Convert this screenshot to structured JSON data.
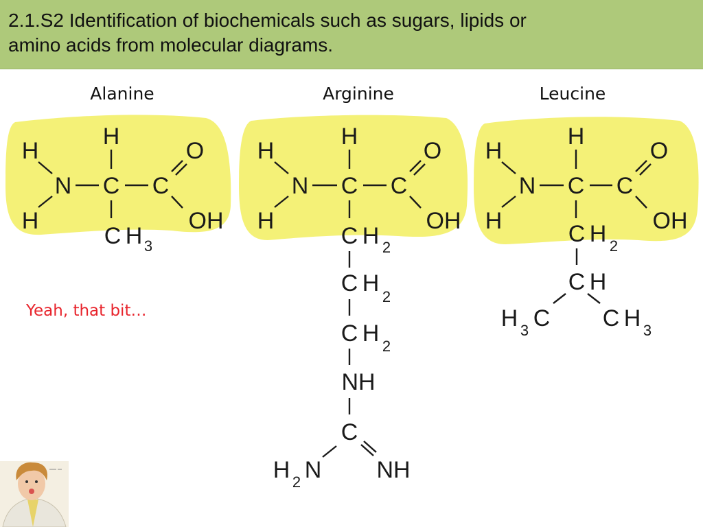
{
  "slide": {
    "title_line1": "2.1.S2 Identification of biochemicals such as sugars, lipids or",
    "title_line2": "amino acids from molecular diagrams."
  },
  "molecules": [
    {
      "name": "Alanine"
    },
    {
      "name": "Arginine"
    },
    {
      "name": "Leucine"
    }
  ],
  "atoms": {
    "H": "H",
    "N": "N",
    "C": "C",
    "O": "O",
    "OH": "OH",
    "NH": "NH",
    "sub2": "2",
    "sub3": "3"
  },
  "caption": "Yeah, that bit…",
  "colors": {
    "title_bar": "#aec97a",
    "highlight": "#f3f070",
    "caption": "#e8242c"
  },
  "icons": {
    "presenter": "cartoon-person-portrait"
  }
}
